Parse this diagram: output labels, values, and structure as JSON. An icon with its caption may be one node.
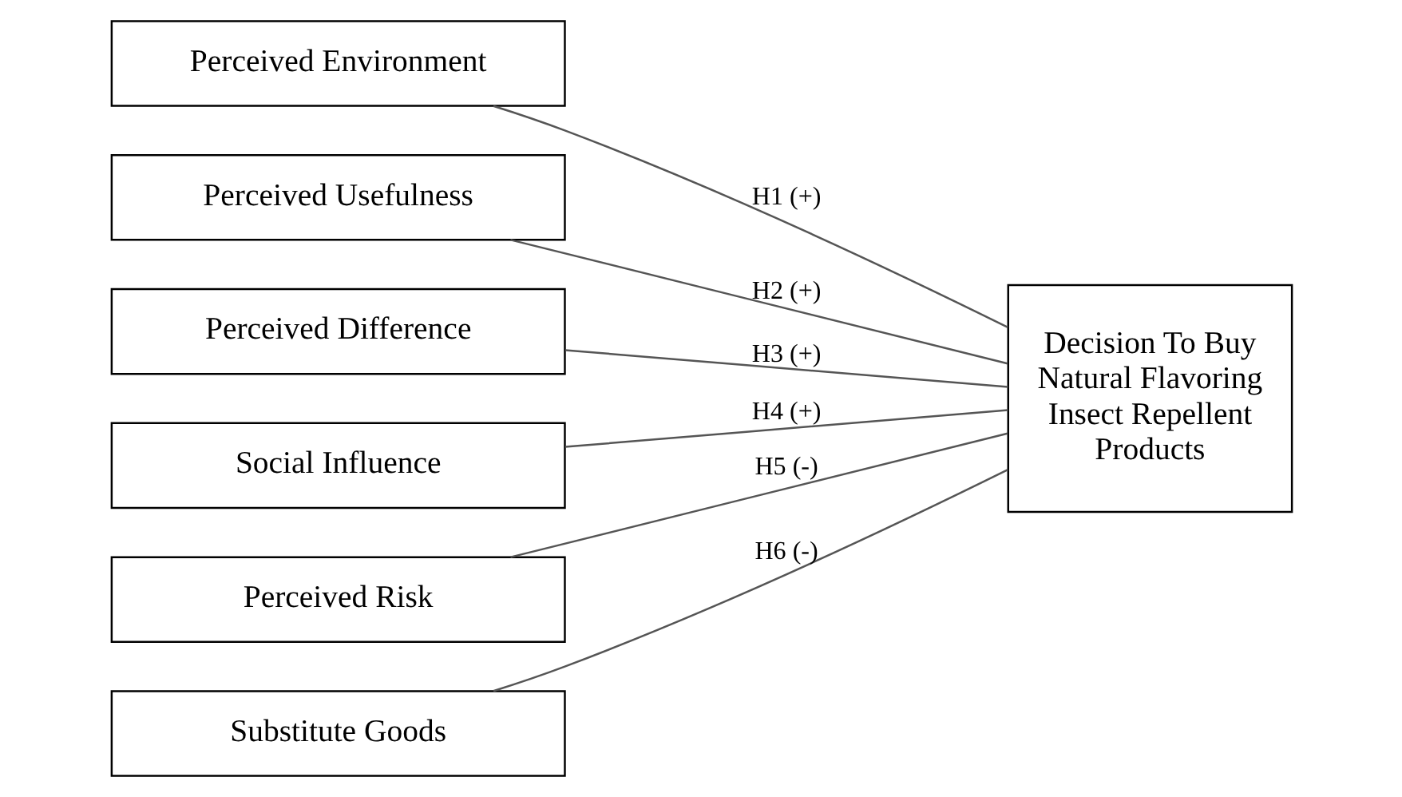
{
  "diagram": {
    "nodes": [
      {
        "text": [
          "Perceived Environment"
        ]
      },
      {
        "text": [
          "Perceived Usefulness"
        ]
      },
      {
        "text": [
          "Perceived Difference"
        ]
      },
      {
        "text": [
          "Social Influence"
        ]
      },
      {
        "text": [
          "Perceived Risk"
        ]
      },
      {
        "text": [
          "Substitute Goods"
        ]
      },
      {
        "text": [
          "Decision To Buy Natural Flavoring Insect Repellent Products"
        ]
      }
    ],
    "edges": [
      {
        "from": 0,
        "to": 6,
        "arrow": "none",
        "label": "H1 (+)"
      },
      {
        "from": 1,
        "to": 6,
        "arrow": "none",
        "label": "H2 (+)"
      },
      {
        "from": 2,
        "to": 6,
        "arrow": "none",
        "label": "H3 (+)"
      },
      {
        "from": 3,
        "to": 6,
        "arrow": "none",
        "label": "H4 (+)"
      },
      {
        "from": 4,
        "to": 6,
        "arrow": "none",
        "label": "H5 (-)"
      },
      {
        "from": 5,
        "to": 6,
        "arrow": "none",
        "label": "H6 (-)"
      }
    ]
  }
}
